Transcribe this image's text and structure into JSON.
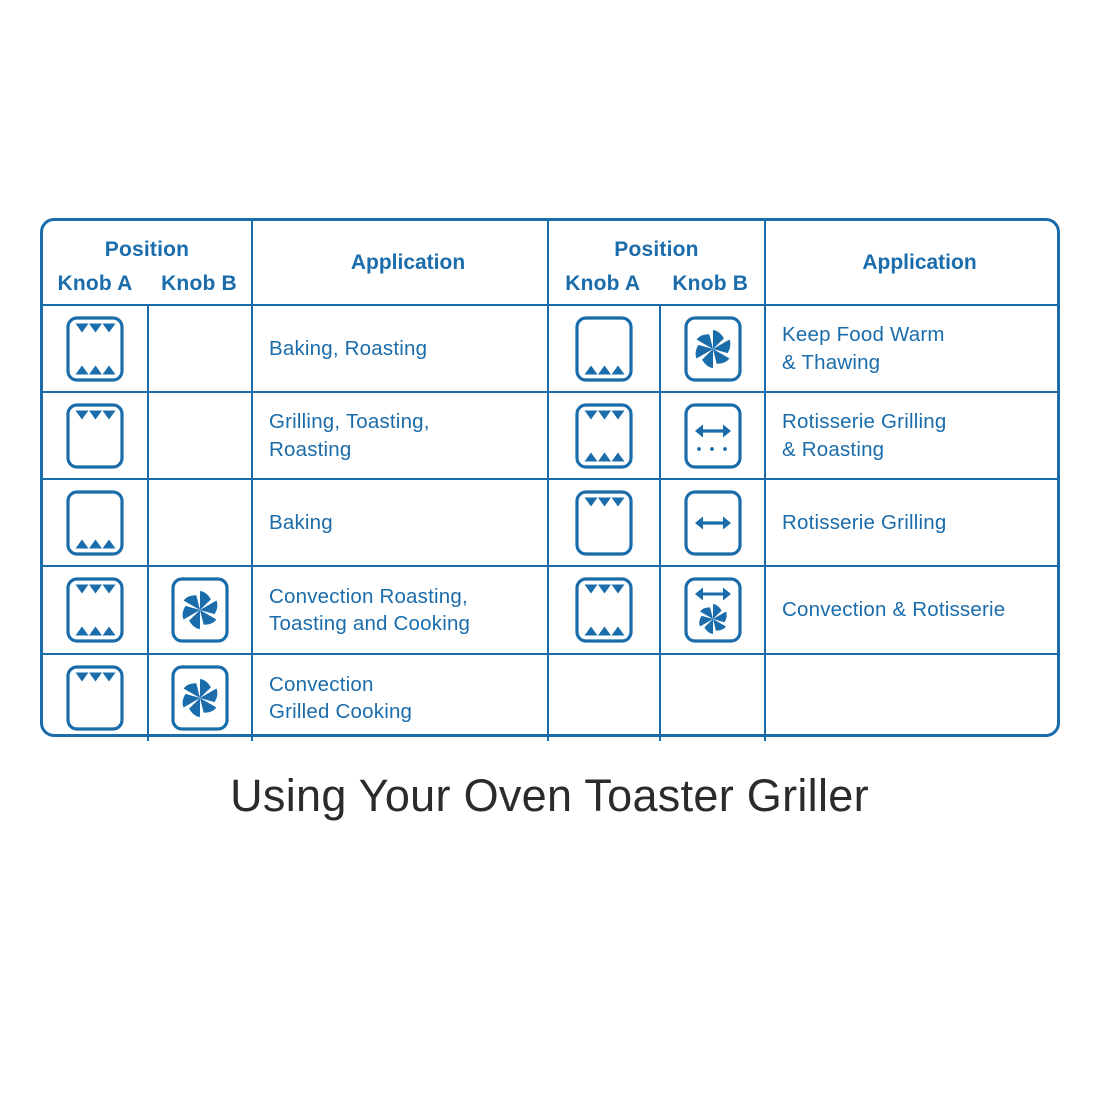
{
  "caption": "Using Your Oven Toaster Griller",
  "colors": {
    "blue": "#1a6cab",
    "caption_text": "#2b2b2b",
    "background": "#ffffff"
  },
  "table": {
    "sections": [
      {
        "id": "left",
        "headers": {
          "position": "Position",
          "knob_a": "Knob A",
          "knob_b": "Knob B",
          "application": "Application"
        }
      },
      {
        "id": "right",
        "headers": {
          "position": "Position",
          "knob_a": "Knob A",
          "knob_b": "Knob B",
          "application": "Application"
        }
      }
    ],
    "rows": [
      {
        "left": {
          "knob_a": "heat-top-bottom",
          "knob_b": "none",
          "application": "Baking, Roasting"
        },
        "right": {
          "knob_a": "heat-bottom",
          "knob_b": "fan",
          "application": "Keep Food Warm\n& Thawing"
        }
      },
      {
        "left": {
          "knob_a": "heat-top",
          "knob_b": "none",
          "application": "Grilling, Toasting,\nRoasting"
        },
        "right": {
          "knob_a": "heat-top-bottom",
          "knob_b": "rotisserie-dots",
          "application": "Rotisserie Grilling\n& Roasting"
        }
      },
      {
        "left": {
          "knob_a": "heat-bottom",
          "knob_b": "none",
          "application": "Baking"
        },
        "right": {
          "knob_a": "heat-top",
          "knob_b": "rotisserie",
          "application": "Rotisserie Grilling"
        }
      },
      {
        "left": {
          "knob_a": "heat-top-bottom",
          "knob_b": "fan",
          "application": "Convection Roasting,\nToasting and Cooking"
        },
        "right": {
          "knob_a": "heat-top-bottom",
          "knob_b": "rotisserie-fan",
          "application": "Convection & Rotisserie"
        }
      },
      {
        "left": {
          "knob_a": "heat-top",
          "knob_b": "fan",
          "application": "Convection\nGrilled Cooking"
        },
        "right": {
          "knob_a": "none",
          "knob_b": "none",
          "application": ""
        }
      }
    ]
  }
}
